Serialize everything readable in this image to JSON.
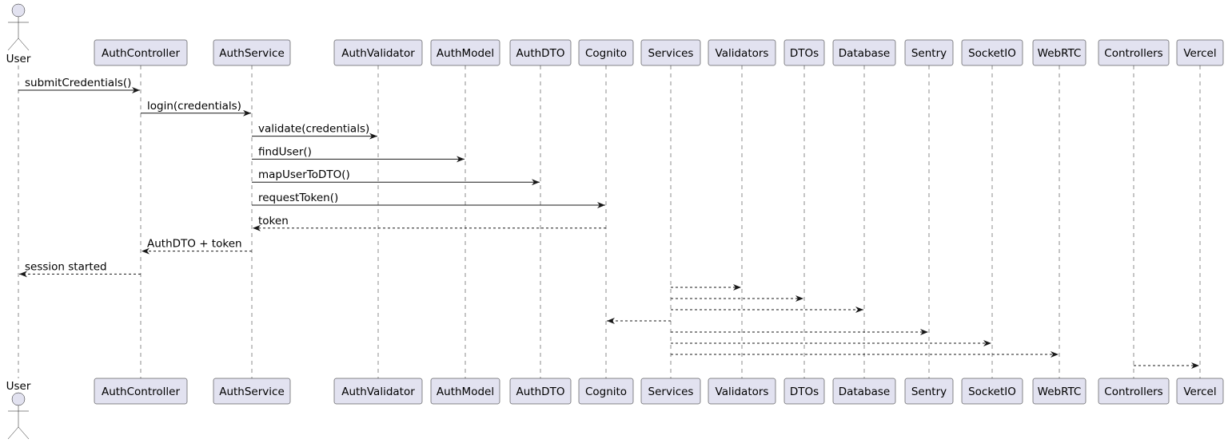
{
  "diagram": {
    "type": "sequence",
    "colors": {
      "participant_fill": "#e2e2f0",
      "participant_stroke": "#181818",
      "lifeline": "#181818",
      "arrow": "#181818"
    },
    "participants": [
      {
        "id": "user",
        "label": "User",
        "kind": "actor"
      },
      {
        "id": "authcontroller",
        "label": "AuthController",
        "kind": "box"
      },
      {
        "id": "authservice",
        "label": "AuthService",
        "kind": "box"
      },
      {
        "id": "authvalidator",
        "label": "AuthValidator",
        "kind": "box"
      },
      {
        "id": "authmodel",
        "label": "AuthModel",
        "kind": "box"
      },
      {
        "id": "authdto",
        "label": "AuthDTO",
        "kind": "box"
      },
      {
        "id": "cognito",
        "label": "Cognito",
        "kind": "box"
      },
      {
        "id": "services",
        "label": "Services",
        "kind": "box"
      },
      {
        "id": "validators",
        "label": "Validators",
        "kind": "box"
      },
      {
        "id": "dtos",
        "label": "DTOs",
        "kind": "box"
      },
      {
        "id": "database",
        "label": "Database",
        "kind": "box"
      },
      {
        "id": "sentry",
        "label": "Sentry",
        "kind": "box"
      },
      {
        "id": "socketio",
        "label": "SocketIO",
        "kind": "box"
      },
      {
        "id": "webrtc",
        "label": "WebRTC",
        "kind": "box"
      },
      {
        "id": "controllers",
        "label": "Controllers",
        "kind": "box"
      },
      {
        "id": "vercel",
        "label": "Vercel",
        "kind": "box"
      }
    ],
    "messages": [
      {
        "from": "user",
        "to": "authcontroller",
        "label": "submitCredentials()",
        "style": "solid"
      },
      {
        "from": "authcontroller",
        "to": "authservice",
        "label": "login(credentials)",
        "style": "solid"
      },
      {
        "from": "authservice",
        "to": "authvalidator",
        "label": "validate(credentials)",
        "style": "solid"
      },
      {
        "from": "authservice",
        "to": "authmodel",
        "label": "findUser()",
        "style": "solid"
      },
      {
        "from": "authservice",
        "to": "authdto",
        "label": "mapUserToDTO()",
        "style": "solid"
      },
      {
        "from": "authservice",
        "to": "cognito",
        "label": "requestToken()",
        "style": "solid"
      },
      {
        "from": "cognito",
        "to": "authservice",
        "label": "token",
        "style": "dashed"
      },
      {
        "from": "authservice",
        "to": "authcontroller",
        "label": "AuthDTO + token",
        "style": "dashed"
      },
      {
        "from": "authcontroller",
        "to": "user",
        "label": "session started",
        "style": "dashed"
      },
      {
        "from": "services",
        "to": "validators",
        "label": "",
        "style": "dashed"
      },
      {
        "from": "services",
        "to": "dtos",
        "label": "",
        "style": "dashed"
      },
      {
        "from": "services",
        "to": "database",
        "label": "",
        "style": "dashed"
      },
      {
        "from": "services",
        "to": "cognito",
        "label": "",
        "style": "dashed"
      },
      {
        "from": "services",
        "to": "sentry",
        "label": "",
        "style": "dashed"
      },
      {
        "from": "services",
        "to": "socketio",
        "label": "",
        "style": "dashed"
      },
      {
        "from": "services",
        "to": "webrtc",
        "label": "",
        "style": "dashed"
      },
      {
        "from": "controllers",
        "to": "vercel",
        "label": "",
        "style": "dashed"
      }
    ]
  }
}
